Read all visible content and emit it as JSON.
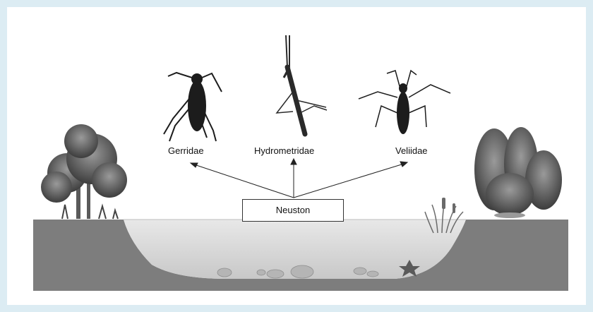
{
  "families": {
    "gerridae": "Gerridae",
    "hydrometridae": "Hydrometridae",
    "veliidae": "Veliidae"
  },
  "habitat_label": "Neuston",
  "colors": {
    "frame": "#dcecf3",
    "ground": "#7d7d7d",
    "water": "#d6d6d6",
    "insect": "#1c1c1c"
  },
  "icons": [
    "water-strider-icon",
    "water-measurer-icon",
    "riffle-bug-icon",
    "tree-icon",
    "reed-icon",
    "stone-icon",
    "starfish-plant-icon"
  ]
}
